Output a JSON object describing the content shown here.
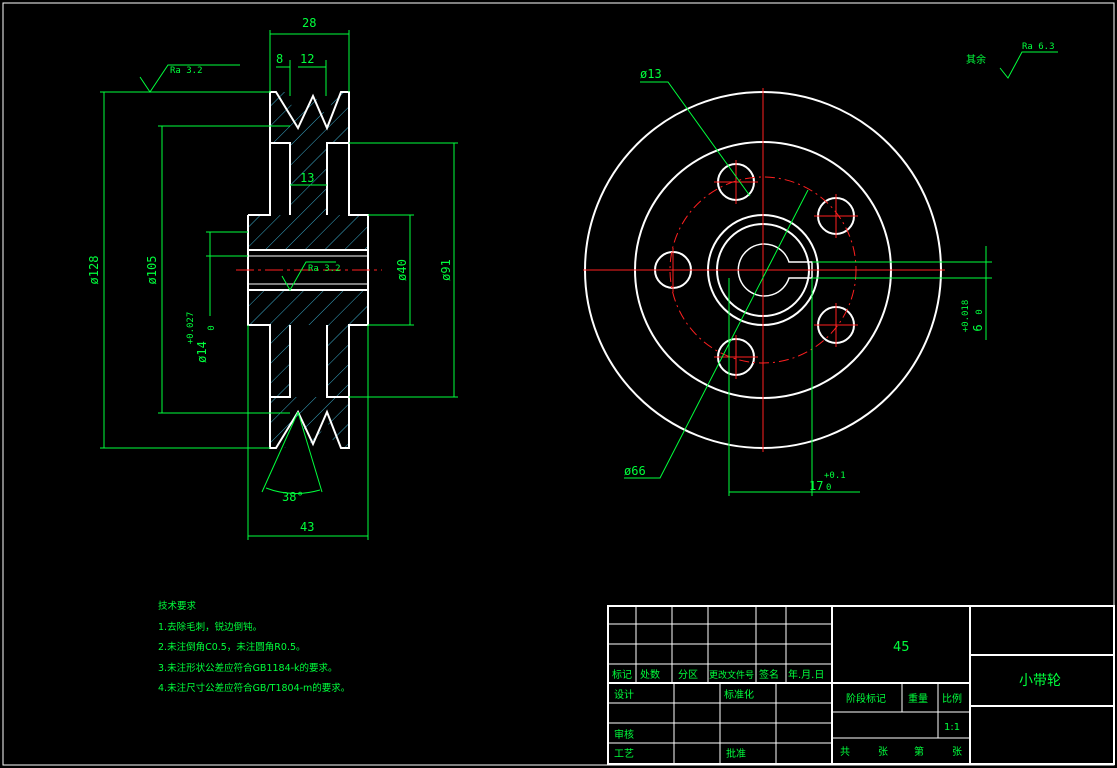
{
  "roughness": {
    "general_label": "其余",
    "general_value": "Ra 6.3",
    "face_value": "Ra 3.2",
    "bore_value": "Ra 3.2"
  },
  "section_view": {
    "dim_width_top": "28",
    "dim_8": "8",
    "dim_12": "12",
    "dim_13": "13",
    "dim_d128": "ø128",
    "dim_d105": "ø105",
    "dim_d14": "ø14",
    "dim_d14_tol_upper": "+0.027",
    "dim_d14_tol_lower": "0",
    "dim_d40": "ø40",
    "dim_d91": "ø91",
    "dim_angle": "38°",
    "dim_width_bottom": "43"
  },
  "front_view": {
    "dim_d13": "ø13",
    "dim_d66": "ø66",
    "dim_keyway": "17",
    "dim_keyway_tol_upper": "+0.1",
    "dim_keyway_tol_lower": "0",
    "dim_key_width": "6",
    "dim_key_tol_upper": "+0.018",
    "dim_key_tol_lower": "0"
  },
  "tech_notes": {
    "title": "技术要求",
    "items": [
      "1.去除毛刺，锐边倒钝。",
      "2.未注倒角C0.5，未注圆角R0.5。",
      "3.未注形状公差应符合GB1184-k的要求。",
      "4.未注尺寸公差应符合GB/T1804-m的要求。"
    ]
  },
  "title_block": {
    "material": "45",
    "part_name": "小带轮",
    "headers": [
      "标记",
      "处数",
      "分区",
      "更改文件号",
      "签名",
      "年.月.日"
    ],
    "design": "设计",
    "standardize": "标准化",
    "review": "审核",
    "process": "工艺",
    "approve": "批准",
    "stage_mark": "阶段标记",
    "weight": "重量",
    "scale": "比例",
    "scale_value": "1:1",
    "total": "共",
    "sheets": "张",
    "number": "第",
    "sheet": "张"
  }
}
